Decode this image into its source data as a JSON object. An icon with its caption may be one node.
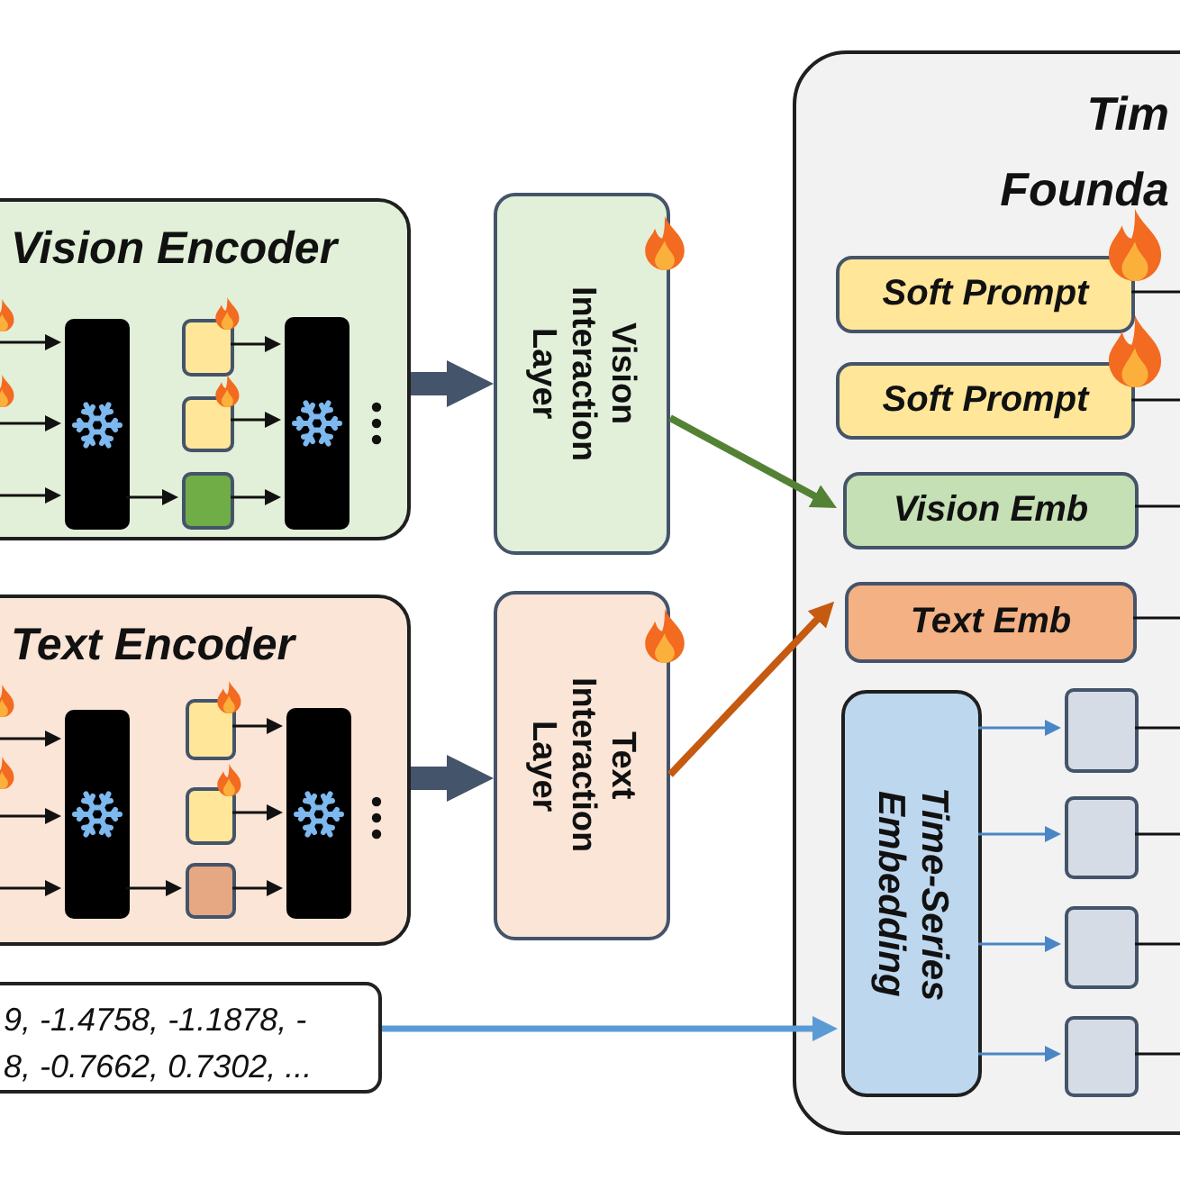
{
  "diagram": {
    "nodes": [
      {
        "text": [
          "Vision Encoder"
        ]
      },
      {
        "text": [],
        "shape": "bar",
        "in": 0
      },
      {
        "text": [],
        "shape": "box",
        "in": 0
      },
      {
        "text": [],
        "shape": "box",
        "in": 0
      },
      {
        "text": [],
        "shape": "box",
        "in": 0
      },
      {
        "text": [],
        "shape": "bar",
        "in": 0
      },
      {
        "text": [
          "Text Encoder"
        ]
      },
      {
        "text": [],
        "shape": "bar",
        "in": 6
      },
      {
        "text": [],
        "shape": "box",
        "in": 6
      },
      {
        "text": [],
        "shape": "box",
        "in": 6
      },
      {
        "text": [],
        "shape": "box",
        "in": 6
      },
      {
        "text": [],
        "shape": "bar",
        "in": 6
      },
      {
        "text": [
          "Vision Interaction Layer"
        ]
      },
      {
        "text": [
          "Text Interaction Layer"
        ]
      },
      {
        "text": [
          "9, -1.4758, -1.1878, - 8, -0.7662, 0.7302, ..."
        ]
      },
      {
        "text": [
          "Tim Founda"
        ]
      },
      {
        "text": [
          "Soft Prompt"
        ],
        "in": 15
      },
      {
        "text": [
          "Soft Prompt"
        ],
        "in": 15
      },
      {
        "text": [
          "Vision Emb"
        ],
        "in": 15
      },
      {
        "text": [
          "Text Emb"
        ],
        "in": 15
      },
      {
        "text": [
          "Time-Series Embedding"
        ],
        "in": 15
      },
      {
        "text": [],
        "shape": "box",
        "in": 15
      },
      {
        "text": [],
        "shape": "box",
        "in": 15
      },
      {
        "text": [],
        "shape": "box",
        "in": 15
      },
      {
        "text": [],
        "shape": "box",
        "in": 15
      }
    ],
    "edges": [
      {
        "from": null,
        "to": 1,
        "arrow": "to"
      },
      {
        "from": null,
        "to": 1,
        "arrow": "to"
      },
      {
        "from": null,
        "to": 1,
        "arrow": "to"
      },
      {
        "from": 1,
        "to": 4,
        "arrow": "to"
      },
      {
        "from": 2,
        "to": 5,
        "arrow": "to"
      },
      {
        "from": 3,
        "to": 5,
        "arrow": "to"
      },
      {
        "from": 4,
        "to": 5,
        "arrow": "to"
      },
      {
        "from": null,
        "to": 7,
        "arrow": "to"
      },
      {
        "from": null,
        "to": 7,
        "arrow": "to"
      },
      {
        "from": null,
        "to": 7,
        "arrow": "to"
      },
      {
        "from": 7,
        "to": 10,
        "arrow": "to"
      },
      {
        "from": 8,
        "to": 11,
        "arrow": "to"
      },
      {
        "from": 9,
        "to": 11,
        "arrow": "to"
      },
      {
        "from": 10,
        "to": 11,
        "arrow": "to"
      },
      {
        "from": 0,
        "to": 12,
        "arrow": "to",
        "style": "thick",
        "color": "#44546a"
      },
      {
        "from": 6,
        "to": 13,
        "arrow": "to",
        "style": "thick",
        "color": "#44546a"
      },
      {
        "from": 12,
        "to": 18,
        "arrow": "to",
        "style": "thick",
        "color": "#548235"
      },
      {
        "from": 13,
        "to": 19,
        "arrow": "to",
        "style": "thick",
        "color": "#c55a11"
      },
      {
        "from": 14,
        "to": 20,
        "arrow": "to",
        "style": "thick",
        "color": "#5b9bd5"
      },
      {
        "from": 20,
        "to": 21,
        "arrow": "to",
        "color": "#4a86c5"
      },
      {
        "from": 20,
        "to": 22,
        "arrow": "to",
        "color": "#4a86c5"
      },
      {
        "from": 20,
        "to": 23,
        "arrow": "to",
        "color": "#4a86c5"
      },
      {
        "from": 20,
        "to": 24,
        "arrow": "to",
        "color": "#4a86c5"
      },
      {
        "from": 16,
        "to": null,
        "arrow": "none"
      },
      {
        "from": 17,
        "to": null,
        "arrow": "none"
      },
      {
        "from": 18,
        "to": null,
        "arrow": "none"
      },
      {
        "from": 19,
        "to": null,
        "arrow": "none"
      },
      {
        "from": 21,
        "to": null,
        "arrow": "none"
      },
      {
        "from": 22,
        "to": null,
        "arrow": "none"
      },
      {
        "from": 23,
        "to": null,
        "arrow": "none"
      },
      {
        "from": 24,
        "to": null,
        "arrow": "none"
      }
    ]
  }
}
